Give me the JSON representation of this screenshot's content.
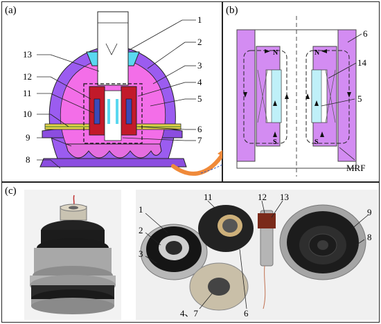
{
  "panel_a": {
    "label": "(a)",
    "callouts_right": [
      "1",
      "2",
      "3",
      "4",
      "5",
      "6",
      "7"
    ],
    "callouts_left": [
      "13",
      "12",
      "11",
      "10",
      "9",
      "8"
    ]
  },
  "panel_b": {
    "label": "(b)",
    "callout_6": "6",
    "callout_14": "14",
    "callout_5": "5",
    "callout_mrf": "MRF",
    "pole_n": "N",
    "pole_s": "S"
  },
  "panel_c": {
    "label": "(c)",
    "callouts": [
      "1",
      "2",
      "3",
      "4、7",
      "11",
      "6",
      "12",
      "13",
      "9",
      "8"
    ]
  },
  "colors": {
    "housing": "#9b5cf0",
    "inner_fill": "#f36ee8",
    "rubber": "#f2a8f0",
    "coil": "#c21a2a",
    "mrf": "#5ad8f0",
    "panel_b_pole": "#d38cf2",
    "arrow": "#f08a3a"
  }
}
